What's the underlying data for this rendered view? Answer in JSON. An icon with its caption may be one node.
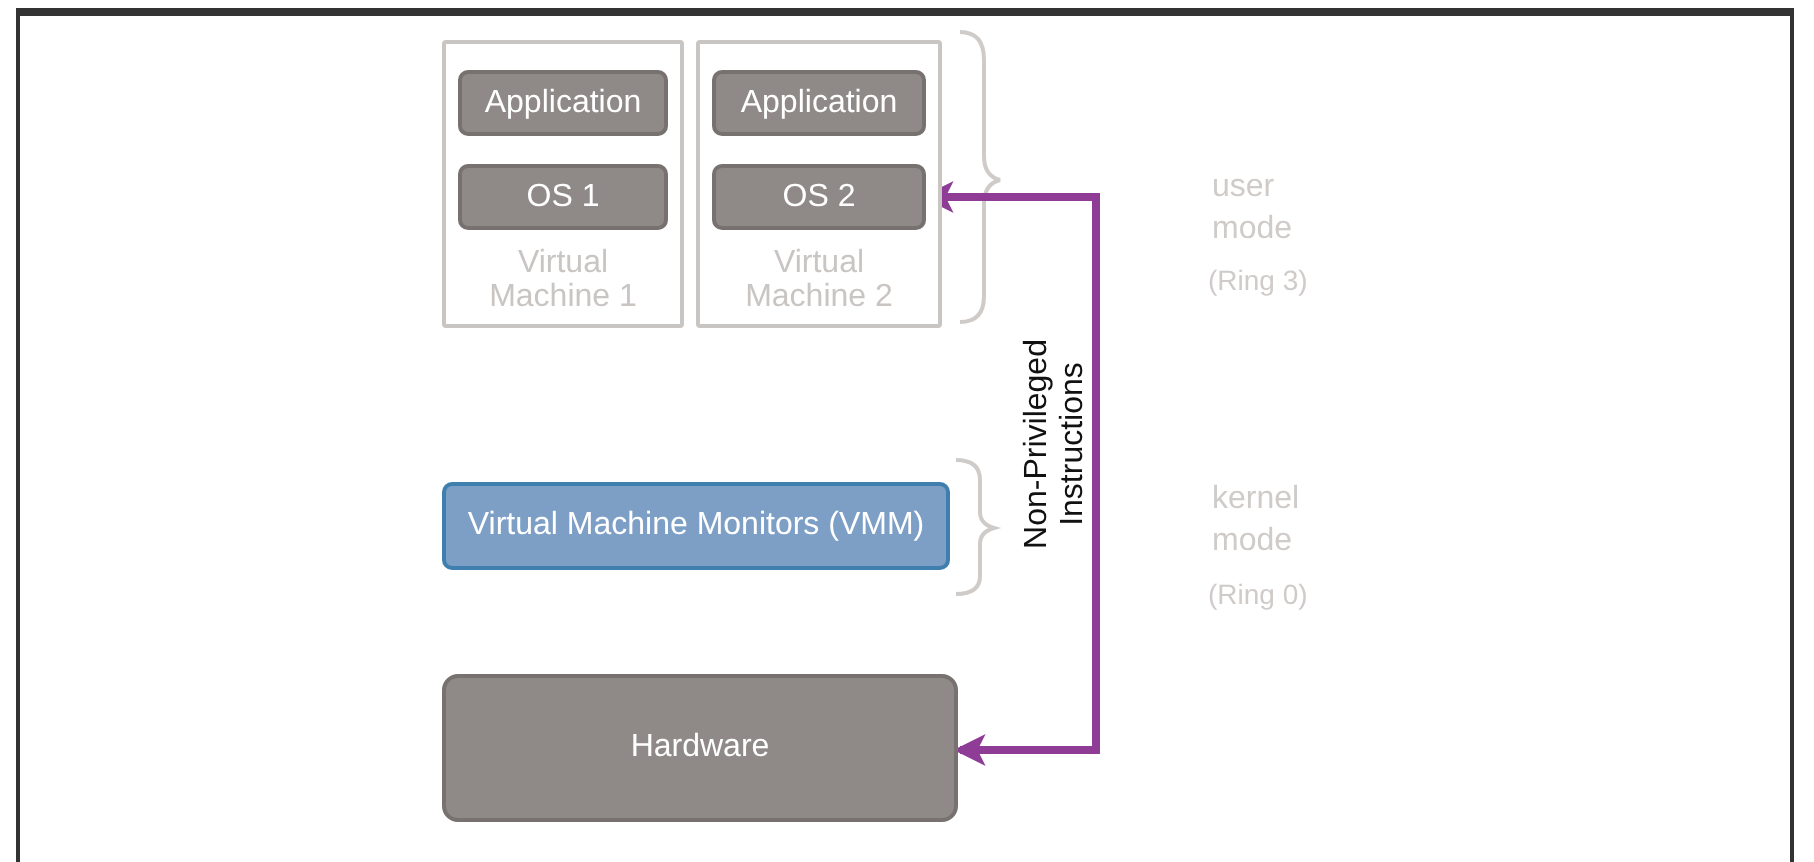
{
  "diagram": {
    "nodes": [
      {
        "text": [
          "Virtual Machine 1"
        ]
      },
      {
        "text": [
          "Application"
        ],
        "in": 0
      },
      {
        "text": [
          "OS 1"
        ],
        "in": 0
      },
      {
        "text": [
          "Virtual Machine 2"
        ]
      },
      {
        "text": [
          "Application"
        ],
        "in": 3
      },
      {
        "text": [
          "OS 2"
        ],
        "in": 3
      },
      {
        "text": [
          "Virtual Machine Monitors (VMM)"
        ]
      },
      {
        "text": [
          "Hardware"
        ]
      }
    ],
    "edges": [
      {
        "from": 5,
        "to": 7,
        "arrow": "both",
        "label": "Non-Privileged Instructions",
        "color": "#8e3c96"
      }
    ],
    "labels": [
      "user mode",
      "(Ring 3)",
      "kernel mode",
      "(Ring 0)"
    ]
  }
}
